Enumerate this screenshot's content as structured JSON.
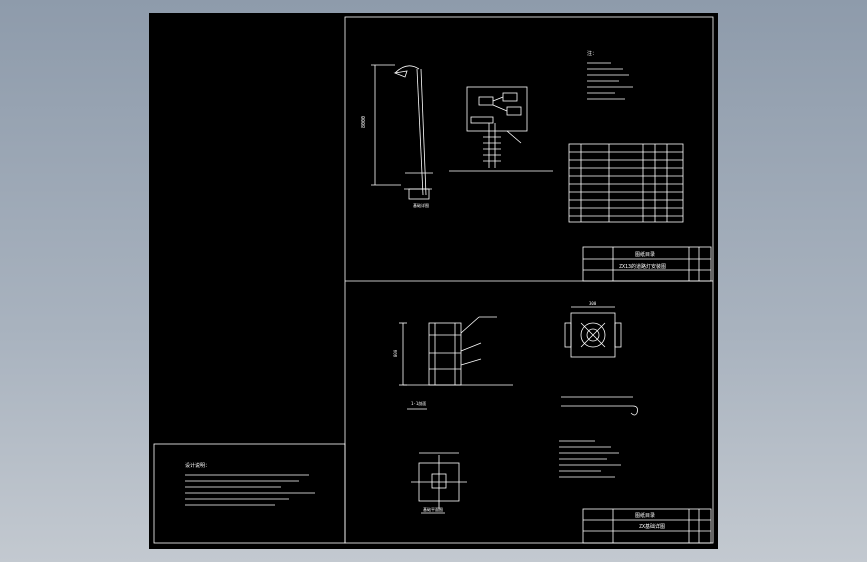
{
  "drawing": {
    "background": "#000000",
    "line_color": "#ffffff",
    "top_sheet": {
      "title_block": {
        "main_label": "图纸目录",
        "title": "ZX13的道路灯安装图"
      },
      "notes_header": "注："
    },
    "bottom_sheet": {
      "title_block": {
        "main_label": "图纸目录",
        "title": "ZX基础详图"
      },
      "section_label": "1-1剖面",
      "plan_label": "基础平面图",
      "dim_1": "300",
      "dim_2": "800"
    },
    "notes_panel": {
      "header": "设计说明："
    }
  }
}
